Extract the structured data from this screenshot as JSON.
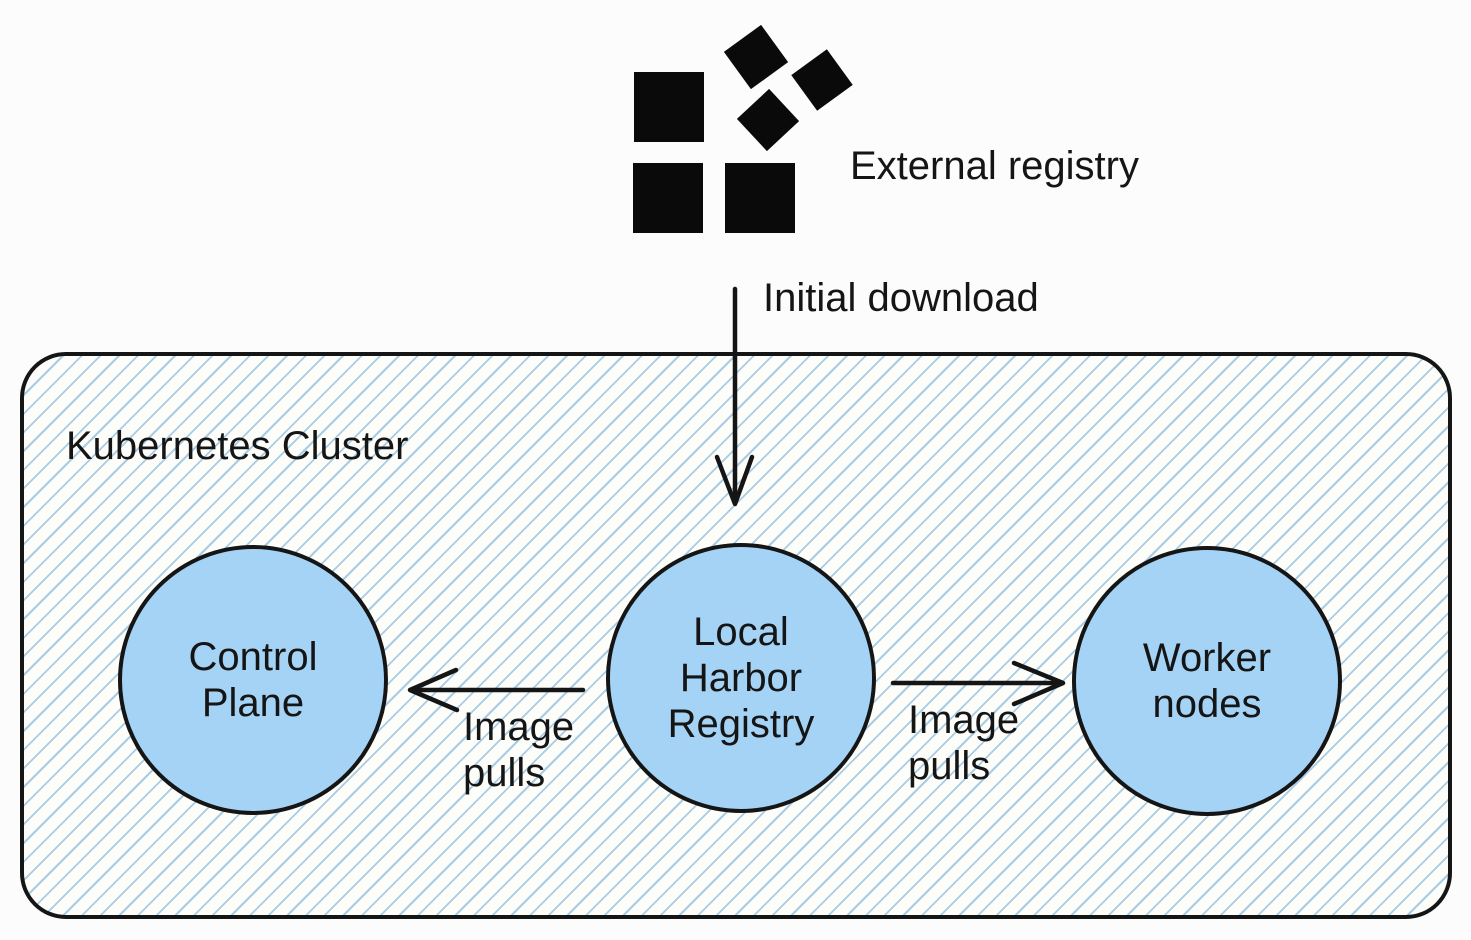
{
  "external_registry": {
    "label": "External registry",
    "icon": "scattered-container-blocks-icon"
  },
  "cluster": {
    "label": "Kubernetes Cluster"
  },
  "nodes": {
    "control_plane": {
      "label": "Control\nPlane"
    },
    "local_harbor_registry": {
      "label": "Local\nHarbor\nRegistry"
    },
    "worker_nodes": {
      "label": "Worker\nnodes"
    }
  },
  "edges": {
    "initial_download": {
      "label": "Initial download",
      "from": "external_registry",
      "to": "local_harbor_registry",
      "direction": "down"
    },
    "image_pulls_left": {
      "label": "Image\npulls",
      "from": "local_harbor_registry",
      "to": "control_plane",
      "direction": "left"
    },
    "image_pulls_right": {
      "label": "Image\npulls",
      "from": "local_harbor_registry",
      "to": "worker_nodes",
      "direction": "right"
    }
  },
  "colors": {
    "ink": "#151515",
    "node_fill": "#a5d3f5",
    "hatch_line": "#a9cce6",
    "cluster_bg": "#fdfdfa",
    "canvas_bg": "#fcfcfc",
    "icon_fill": "#0a0a0a"
  }
}
